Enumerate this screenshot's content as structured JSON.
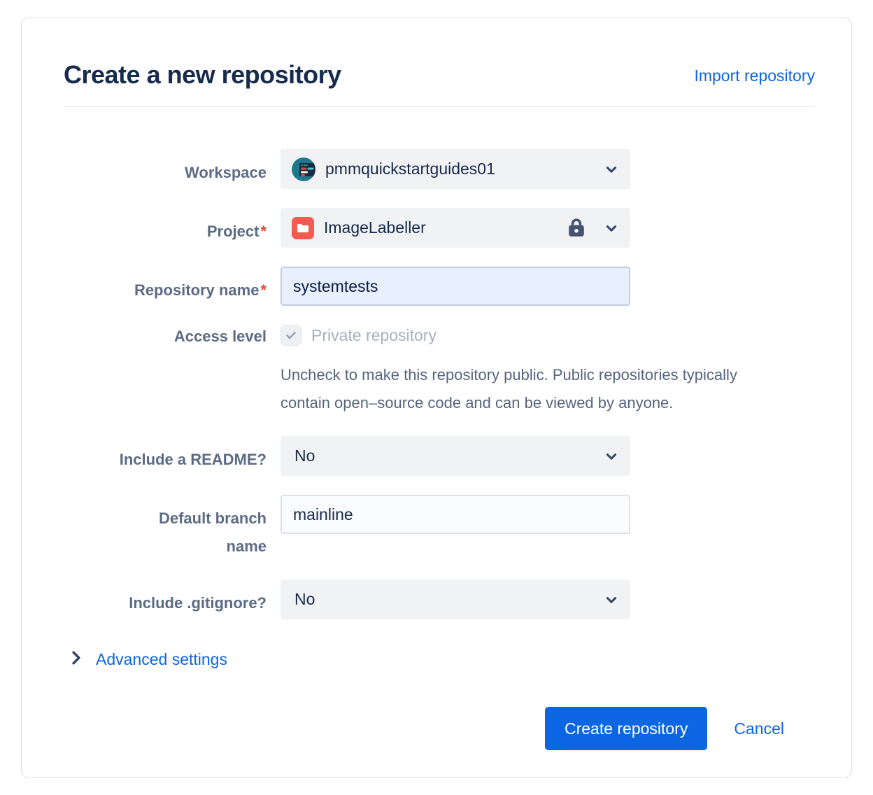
{
  "header": {
    "title": "Create a new repository",
    "import_link": "Import repository"
  },
  "form": {
    "workspace": {
      "label": "Workspace",
      "value": "pmmquickstartguides01"
    },
    "project": {
      "label": "Project",
      "required_mark": "*",
      "value": "ImageLabeller"
    },
    "repository_name": {
      "label": "Repository name",
      "required_mark": "*",
      "value": "systemtests"
    },
    "access_level": {
      "label": "Access level",
      "checkbox_label": "Private repository",
      "checkbox_checked": true,
      "help_text": "Uncheck to make this repository public. Public repositories typically contain open–source code and can be viewed by anyone."
    },
    "include_readme": {
      "label": "Include a README?",
      "value": "No"
    },
    "default_branch": {
      "label": "Default branch name",
      "value": "mainline"
    },
    "include_gitignore": {
      "label": "Include .gitignore?",
      "value": "No"
    },
    "advanced_settings": {
      "label": "Advanced settings"
    }
  },
  "footer": {
    "create_label": "Create repository",
    "cancel_label": "Cancel"
  },
  "icons": {
    "workspace-avatar": "teal circle with dashboard glyph",
    "project-icon": "red rounded square with white folder",
    "lock-icon": "dark padlock",
    "chevron-down-icon": "v",
    "chevron-right-icon": ">",
    "checkmark-icon": "✓"
  },
  "colors": {
    "accent_blue": "#0c66e4",
    "title_navy": "#172b4d",
    "label_gray": "#5c6b85",
    "select_bg": "#f1f2f4",
    "required_red": "#e34935",
    "avatar_teal": "#1d7a8c",
    "project_red": "#f15b50",
    "filled_input_bg": "#e9f0fd"
  }
}
